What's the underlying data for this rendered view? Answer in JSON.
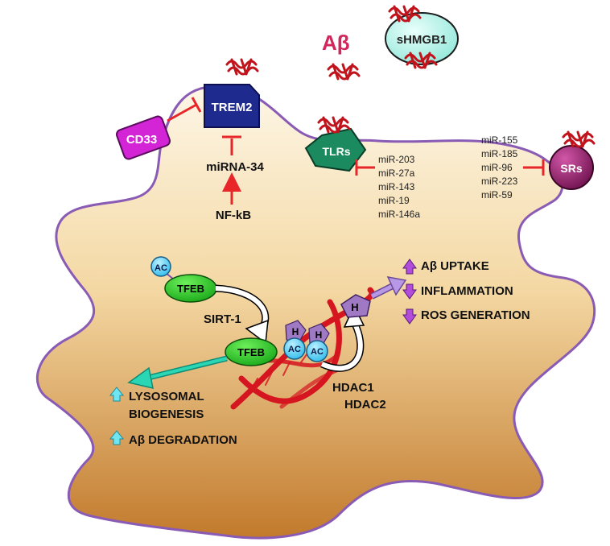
{
  "extracellular": {
    "abeta_label": "Aβ",
    "shmgb1_label": "sHMGB1"
  },
  "receptors": {
    "trem2": "TREM2",
    "cd33": "CD33",
    "tlrs": "TLRs",
    "srs": "SRs"
  },
  "regulators": {
    "mirna34": "miRNA-34",
    "nfkb": "NF-kB",
    "tlr_mirnas": [
      "miR-203",
      "miR-27a",
      "miR-143",
      "miR-19",
      "miR-146a"
    ],
    "sr_mirnas": [
      "miR-155",
      "miR-185",
      "miR-96",
      "miR-223",
      "miR-59"
    ]
  },
  "nucleus": {
    "ac": "AC",
    "h": "H",
    "tfeb": "TFEB",
    "sirt1": "SIRT-1",
    "hdac1": "HDAC1",
    "hdac2": "HDAC2"
  },
  "effects": {
    "up_list": [
      {
        "prefix": "Aβ",
        "text": " UPTAKE",
        "direction": "up"
      },
      {
        "prefix": "",
        "text": "INFLAMMATION",
        "direction": "down"
      },
      {
        "prefix": "",
        "text": "ROS GENERATION",
        "direction": "down"
      }
    ],
    "lysosomal_line1": "LYSOSOMAL",
    "lysosomal_line2": "BIOGENESIS",
    "degradation": "Aβ DEGRADATION"
  },
  "colors": {
    "cell_top": "#fdf3dd",
    "cell_bottom": "#c7802f",
    "membrane": "#8a5bb5",
    "inhibit": "#e8262a",
    "trem2": "#1f2a8e",
    "cd33": "#d324d6",
    "tlrs": "#1c8a5f",
    "srs": "#8a1b63",
    "shmgb1": "#bff3ea",
    "tfeb": "#22c21f",
    "ac": "#38c8f0",
    "h": "#a079c5",
    "arrow_teal": "#2bd6b4",
    "arrow_purple": "#a781d6",
    "abeta_text": "#d1275c",
    "dna": "#d5151f"
  }
}
